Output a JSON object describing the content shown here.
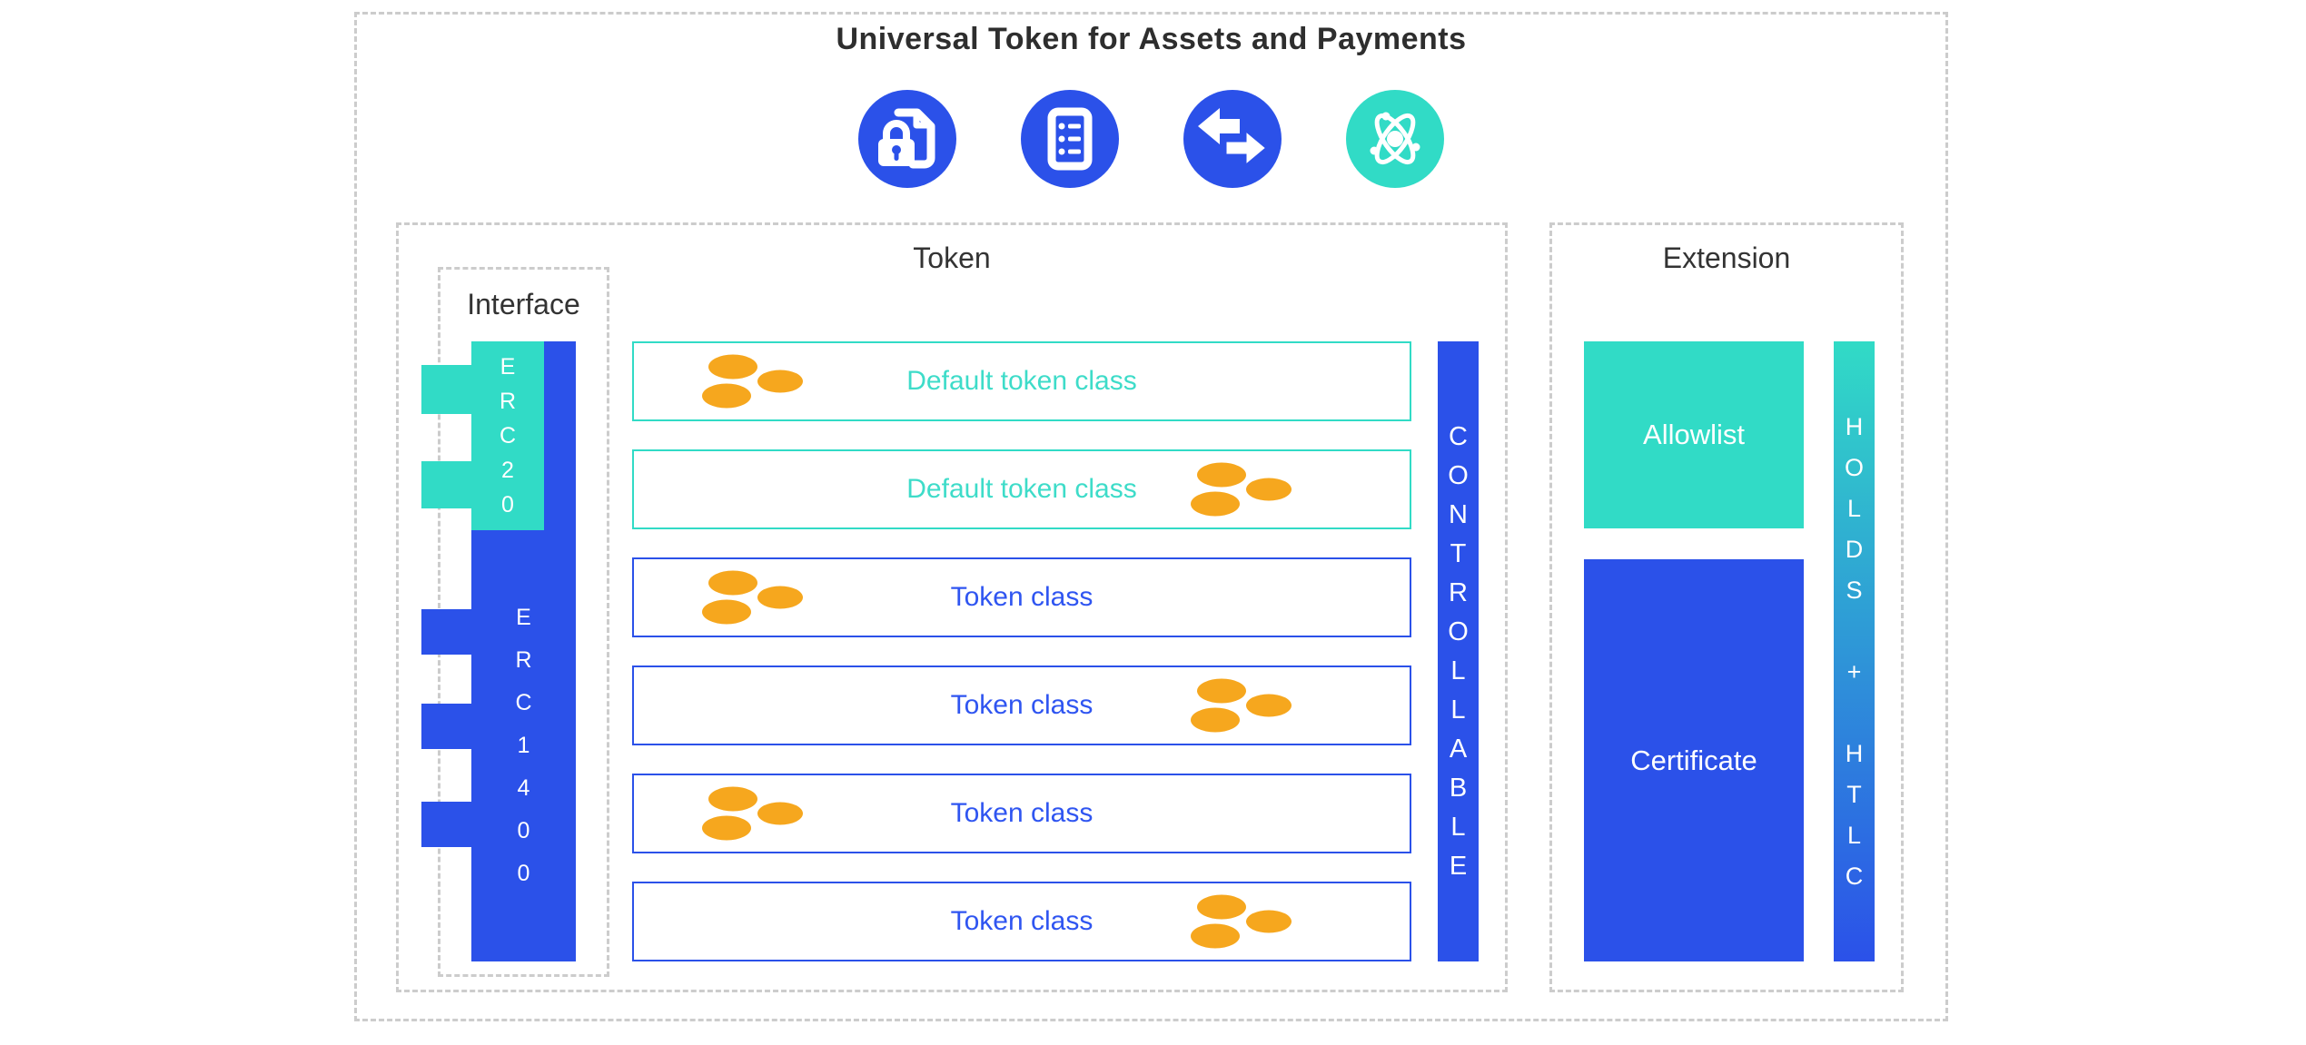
{
  "title": "Universal Token for Assets and Payments",
  "colors": {
    "blue": "#2b51e9",
    "teal": "#31dbc6",
    "teal_text": "#3edcc9",
    "blue_text": "#2f55f1",
    "orange": "#f6a71e",
    "dash": "#cccccc",
    "ink": "#2e2e2e"
  },
  "icons": [
    {
      "name": "document-lock-icon",
      "style": "blue"
    },
    {
      "name": "ledger-list-icon",
      "style": "blue"
    },
    {
      "name": "swap-arrows-icon",
      "style": "blue"
    },
    {
      "name": "atom-icon",
      "style": "teal"
    }
  ],
  "token_section": {
    "label": "Token",
    "interface": {
      "label": "Interface",
      "erc20": "ERC20",
      "erc1400": "ERC1400"
    },
    "rows": [
      {
        "label": "Default token class",
        "style": "teal",
        "coins": "left"
      },
      {
        "label": "Default token class",
        "style": "teal",
        "coins": "right"
      },
      {
        "label": "Token class",
        "style": "blue",
        "coins": "left"
      },
      {
        "label": "Token class",
        "style": "blue",
        "coins": "right"
      },
      {
        "label": "Token class",
        "style": "blue",
        "coins": "left"
      },
      {
        "label": "Token class",
        "style": "blue",
        "coins": "right"
      }
    ],
    "controllable": "CONTROLLABLE"
  },
  "extension_section": {
    "label": "Extension",
    "allowlist": "Allowlist",
    "certificate": "Certificate",
    "holds_htlc": "HOLDS + HTLC"
  }
}
